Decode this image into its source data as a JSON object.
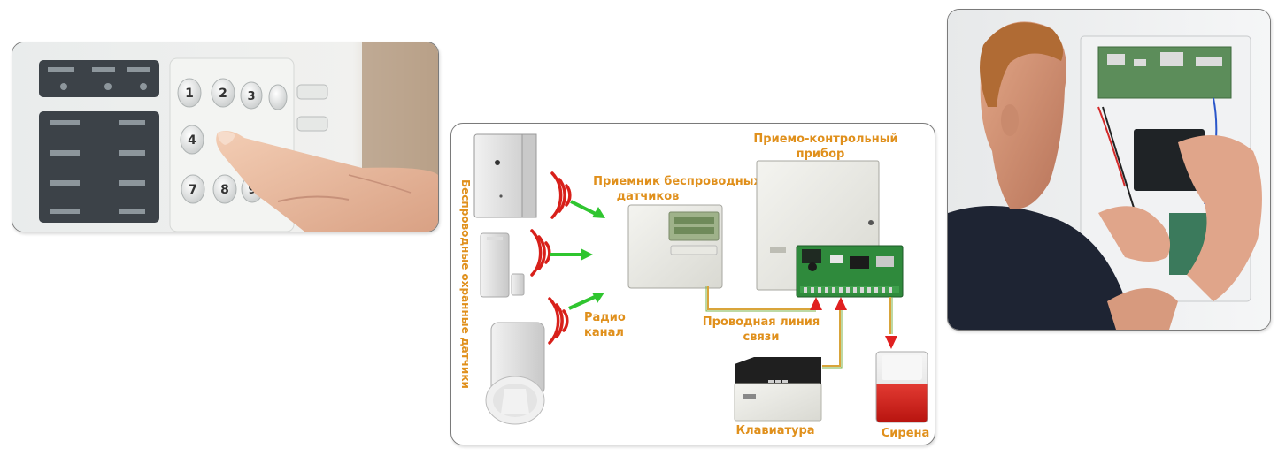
{
  "diagram": {
    "labels": {
      "control_panel_line1": "Приемо-контрольный",
      "control_panel_line2": "прибор",
      "receiver_line1": "Приемник беспроводных",
      "receiver_line2": "датчиков",
      "wireless_sensors": "Беспроводные охранные датчики",
      "radio_line1": "Радио",
      "radio_line2": "канал",
      "wired_line1": "Проводная линия",
      "wired_line2": "связи",
      "keypad": "Клавиатура",
      "siren": "Сирена"
    },
    "colors": {
      "label": "#e0901c",
      "radio_wave": "#d8201a",
      "radio_arrow": "#2fc52f",
      "wire_arrow": "#e02020",
      "wire_line": "#d9a43a"
    }
  },
  "keypad_photo": {
    "keys": [
      "1",
      "2",
      "3",
      "4",
      "7",
      "8",
      "9"
    ]
  }
}
